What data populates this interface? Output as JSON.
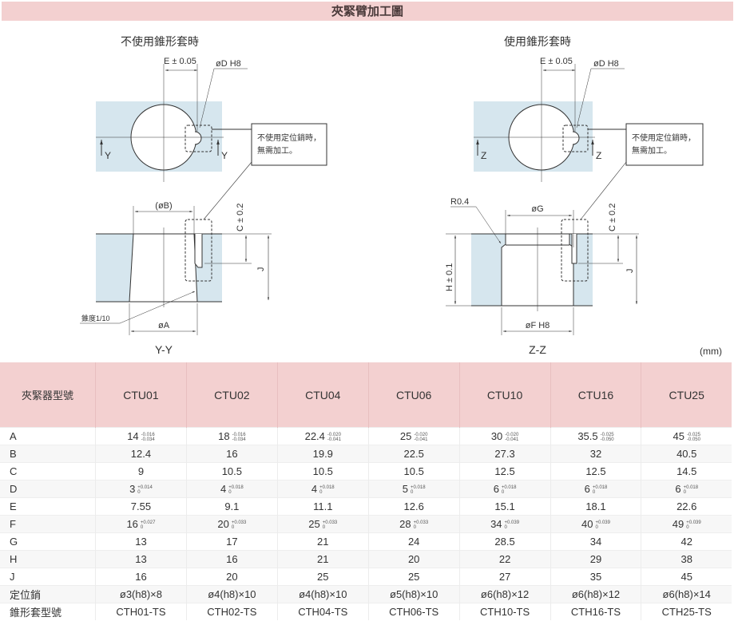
{
  "title": "夾緊臂加工圖",
  "left_view": {
    "heading": "不使用錐形套時",
    "e_dim": "E ± 0.05",
    "d_dim": "øD H8",
    "section_mark": "Y",
    "callout_line1": "不使用定位銷時，",
    "callout_line2": "無需加工。",
    "b_dim": "(øB)",
    "c_dim": "C ± 0.2",
    "j_dim": "J",
    "a_dim": "øA",
    "taper": "錐度1/10",
    "section_label": "Y-Y"
  },
  "right_view": {
    "heading": "使用錐形套時",
    "e_dim": "E ± 0.05",
    "d_dim": "øD H8",
    "section_mark": "Z",
    "callout_line1": "不使用定位銷時，",
    "callout_line2": "無需加工。",
    "r_dim": "R0.4",
    "g_dim": "øG",
    "c_dim": "C ± 0.2",
    "j_dim": "J",
    "h_dim": "H ± 0.1",
    "f_dim": "øF H8",
    "section_label": "Z-Z"
  },
  "unit": "(mm)",
  "table": {
    "header": [
      "夾緊器型號",
      "CTU01",
      "CTU02",
      "CTU04",
      "CTU06",
      "CTU10",
      "CTU16",
      "CTU25"
    ],
    "rows": [
      {
        "label": "A",
        "cells": [
          {
            "v": "14",
            "u": "-0.016",
            "l": "-0.034"
          },
          {
            "v": "18",
            "u": "-0.016",
            "l": "-0.034"
          },
          {
            "v": "22.4",
            "u": "-0.020",
            "l": "-0.041"
          },
          {
            "v": "25",
            "u": "-0.020",
            "l": "-0.041"
          },
          {
            "v": "30",
            "u": "-0.020",
            "l": "-0.041"
          },
          {
            "v": "35.5",
            "u": "-0.025",
            "l": "-0.050"
          },
          {
            "v": "45",
            "u": "-0.025",
            "l": "-0.050"
          }
        ]
      },
      {
        "label": "B",
        "cells": [
          {
            "v": "12.4"
          },
          {
            "v": "16"
          },
          {
            "v": "19.9"
          },
          {
            "v": "22.5"
          },
          {
            "v": "27.3"
          },
          {
            "v": "32"
          },
          {
            "v": "40.5"
          }
        ]
      },
      {
        "label": "C",
        "cells": [
          {
            "v": "9"
          },
          {
            "v": "10.5"
          },
          {
            "v": "10.5"
          },
          {
            "v": "10.5"
          },
          {
            "v": "12.5"
          },
          {
            "v": "12.5"
          },
          {
            "v": "14.5"
          }
        ]
      },
      {
        "label": "D",
        "cells": [
          {
            "v": "3",
            "u": "+0.014",
            "l": "0"
          },
          {
            "v": "4",
            "u": "+0.018",
            "l": "0"
          },
          {
            "v": "4",
            "u": "+0.018",
            "l": "0"
          },
          {
            "v": "5",
            "u": "+0.018",
            "l": "0"
          },
          {
            "v": "6",
            "u": "+0.018",
            "l": "0"
          },
          {
            "v": "6",
            "u": "+0.018",
            "l": "0"
          },
          {
            "v": "6",
            "u": "+0.018",
            "l": "0"
          }
        ]
      },
      {
        "label": "E",
        "cells": [
          {
            "v": "7.55"
          },
          {
            "v": "9.1"
          },
          {
            "v": "11.1"
          },
          {
            "v": "12.6"
          },
          {
            "v": "15.1"
          },
          {
            "v": "18.1"
          },
          {
            "v": "22.6"
          }
        ]
      },
      {
        "label": "F",
        "cells": [
          {
            "v": "16",
            "u": "+0.027",
            "l": "0"
          },
          {
            "v": "20",
            "u": "+0.033",
            "l": "0"
          },
          {
            "v": "25",
            "u": "+0.033",
            "l": "0"
          },
          {
            "v": "28",
            "u": "+0.033",
            "l": "0"
          },
          {
            "v": "34",
            "u": "+0.039",
            "l": "0"
          },
          {
            "v": "40",
            "u": "+0.039",
            "l": "0"
          },
          {
            "v": "49",
            "u": "+0.039",
            "l": "0"
          }
        ]
      },
      {
        "label": "G",
        "cells": [
          {
            "v": "13"
          },
          {
            "v": "17"
          },
          {
            "v": "21"
          },
          {
            "v": "24"
          },
          {
            "v": "28.5"
          },
          {
            "v": "34"
          },
          {
            "v": "42"
          }
        ]
      },
      {
        "label": "H",
        "cells": [
          {
            "v": "13"
          },
          {
            "v": "16"
          },
          {
            "v": "21"
          },
          {
            "v": "20"
          },
          {
            "v": "22"
          },
          {
            "v": "29"
          },
          {
            "v": "38"
          }
        ]
      },
      {
        "label": "J",
        "cells": [
          {
            "v": "16"
          },
          {
            "v": "20"
          },
          {
            "v": "25"
          },
          {
            "v": "25"
          },
          {
            "v": "27"
          },
          {
            "v": "35"
          },
          {
            "v": "45"
          }
        ]
      },
      {
        "label": "定位銷",
        "cells": [
          {
            "v": "ø3(h8)×8"
          },
          {
            "v": "ø4(h8)×10"
          },
          {
            "v": "ø4(h8)×10"
          },
          {
            "v": "ø5(h8)×10"
          },
          {
            "v": "ø6(h8)×12"
          },
          {
            "v": "ø6(h8)×12"
          },
          {
            "v": "ø6(h8)×14"
          }
        ]
      },
      {
        "label": "錐形套型號",
        "cells": [
          {
            "v": "CTH01-TS"
          },
          {
            "v": "CTH02-TS"
          },
          {
            "v": "CTH04-TS"
          },
          {
            "v": "CTH06-TS"
          },
          {
            "v": "CTH10-TS"
          },
          {
            "v": "CTH16-TS"
          },
          {
            "v": "CTH25-TS"
          }
        ]
      }
    ]
  }
}
